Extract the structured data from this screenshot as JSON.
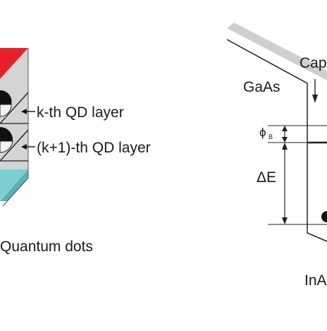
{
  "figure": {
    "left_panel": {
      "labels": {
        "k_layer": "k-th QD layer",
        "k1_layer": "(k+1)-th QD layer",
        "caption": "Quantum dots"
      },
      "colors": {
        "top_band": "#e8202a",
        "bottom_band": "#7ccfcf",
        "bottom_band_right": "#5bb2b4",
        "side_gray": "#c9c9c9",
        "dot": "#111111"
      }
    },
    "right_panel": {
      "labels": {
        "cap": "Cap",
        "gaas": "GaAs",
        "phi": "ϕ",
        "phi_sub": "B",
        "delta_e": "ΔE",
        "inas": "InA"
      },
      "colors": {
        "surface_stripe": "#cfcfcf",
        "lines": "#222222"
      }
    }
  }
}
